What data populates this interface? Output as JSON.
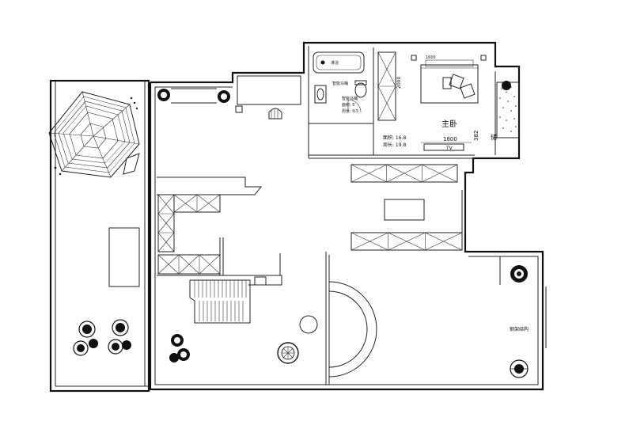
{
  "room_label": "主卧",
  "area_label": "面积: 16.8",
  "perimeter_label": "周长: 19.8",
  "bath_label_1": "淋浴",
  "bath_label_2": "智能马桶",
  "bath_area": "面积: 5",
  "bath_perimeter": "周长: 9.5",
  "tv_label": "TV",
  "dim_width": "1800",
  "dim_depth": "382",
  "dim_2000": "2000",
  "dim_1600": "1600",
  "window_label": "钢架结构",
  "garden_label": "储"
}
